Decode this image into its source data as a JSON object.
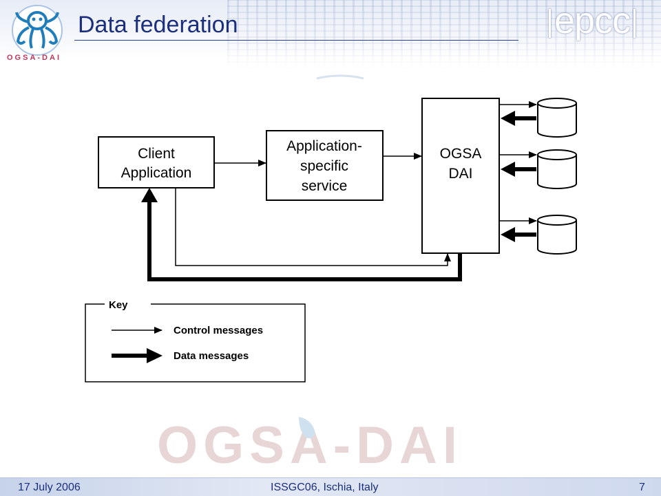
{
  "slide": {
    "title": "Data federation",
    "logo_left_text": "OGSA-DAI",
    "logo_right_text": "epcc",
    "watermark_text": "OGSA-DAI"
  },
  "diagram": {
    "client_application": [
      "Client",
      "Application"
    ],
    "application_service": [
      "Application-",
      "specific",
      "service"
    ],
    "ogsa_dai": [
      "OGSA",
      "DAI"
    ],
    "key": {
      "title": "Key",
      "control_label": "Control messages",
      "data_label": "Data messages"
    }
  },
  "footer": {
    "date": "17 July 2006",
    "event": "ISSGC06, Ischia, Italy",
    "page_number": "7"
  },
  "colors": {
    "title": "#1c2f7c",
    "logo_accent": "#c0365a",
    "watermark": "#e8d6d6"
  }
}
